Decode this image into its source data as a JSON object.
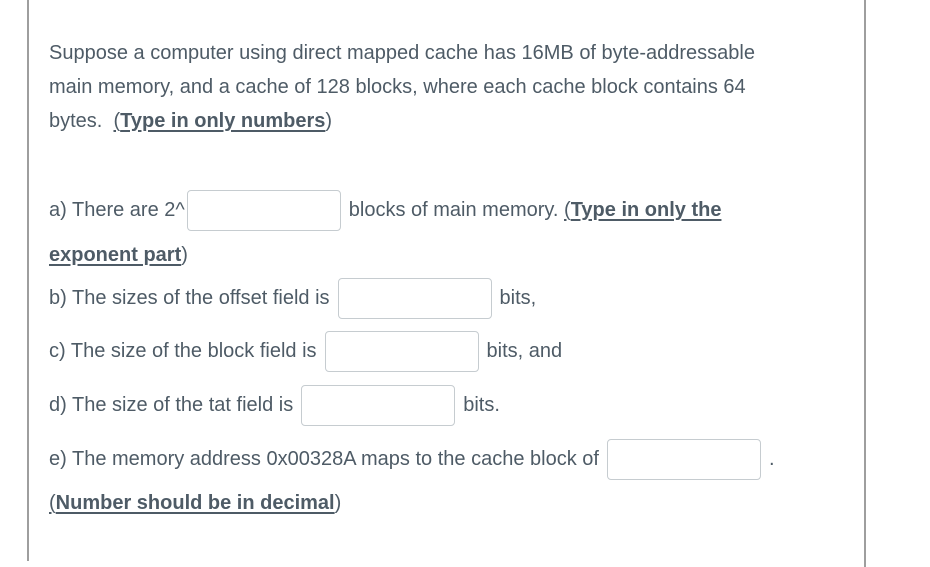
{
  "colors": {
    "text": "#4e5b66",
    "input_border": "#c6ccd0",
    "divider": "#9e9e9e",
    "background": "#ffffff"
  },
  "question": {
    "intro": {
      "line1": "Suppose a computer using direct mapped cache has 16MB of byte-addressable",
      "line2": "main memory, and a cache of 128 blocks, where each cache block contains 64",
      "line3_prefix": "bytes.  ",
      "open_paren": "(",
      "instruction": "Type in only numbers",
      "close_paren": ")"
    },
    "parts": {
      "a": {
        "prefix": "a) There are 2^",
        "suffix": "blocks of main memory. ",
        "open_paren": "(",
        "instruction_line1": "Type in only the",
        "instruction_line2": "exponent part",
        "close_paren": ")",
        "value": "",
        "placeholder": ""
      },
      "b": {
        "prefix": "b) The sizes of the offset field is",
        "suffix": "bits,",
        "value": "",
        "placeholder": ""
      },
      "c": {
        "prefix": "c) The size of the block field is",
        "suffix": "bits, and",
        "value": "",
        "placeholder": ""
      },
      "d": {
        "prefix": "d) The size of the tat field is",
        "suffix": "bits.",
        "value": "",
        "placeholder": ""
      },
      "e": {
        "prefix": "e) The memory address 0x00328A maps to the cache block of",
        "suffix": ".",
        "value": "",
        "placeholder": ""
      }
    },
    "note": {
      "open_paren": "(",
      "text": "Number should be in decimal",
      "close_paren": ")"
    }
  }
}
